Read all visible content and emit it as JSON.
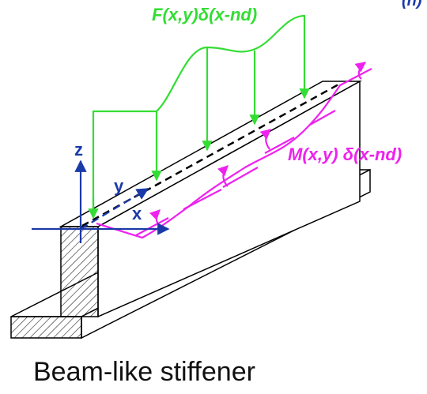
{
  "labels": {
    "force": "F(x,y)δ(x-nd)",
    "moment": "M(x,y) δ(x-nd)",
    "axis_z": "z",
    "axis_y": "y",
    "axis_x": "x",
    "corner": "(n)"
  },
  "caption": "Beam-like stiffener",
  "colors": {
    "force": "#33dd33",
    "moment": "#ee22ee",
    "axes": "#1a3aa8",
    "structure": "#000000"
  }
}
